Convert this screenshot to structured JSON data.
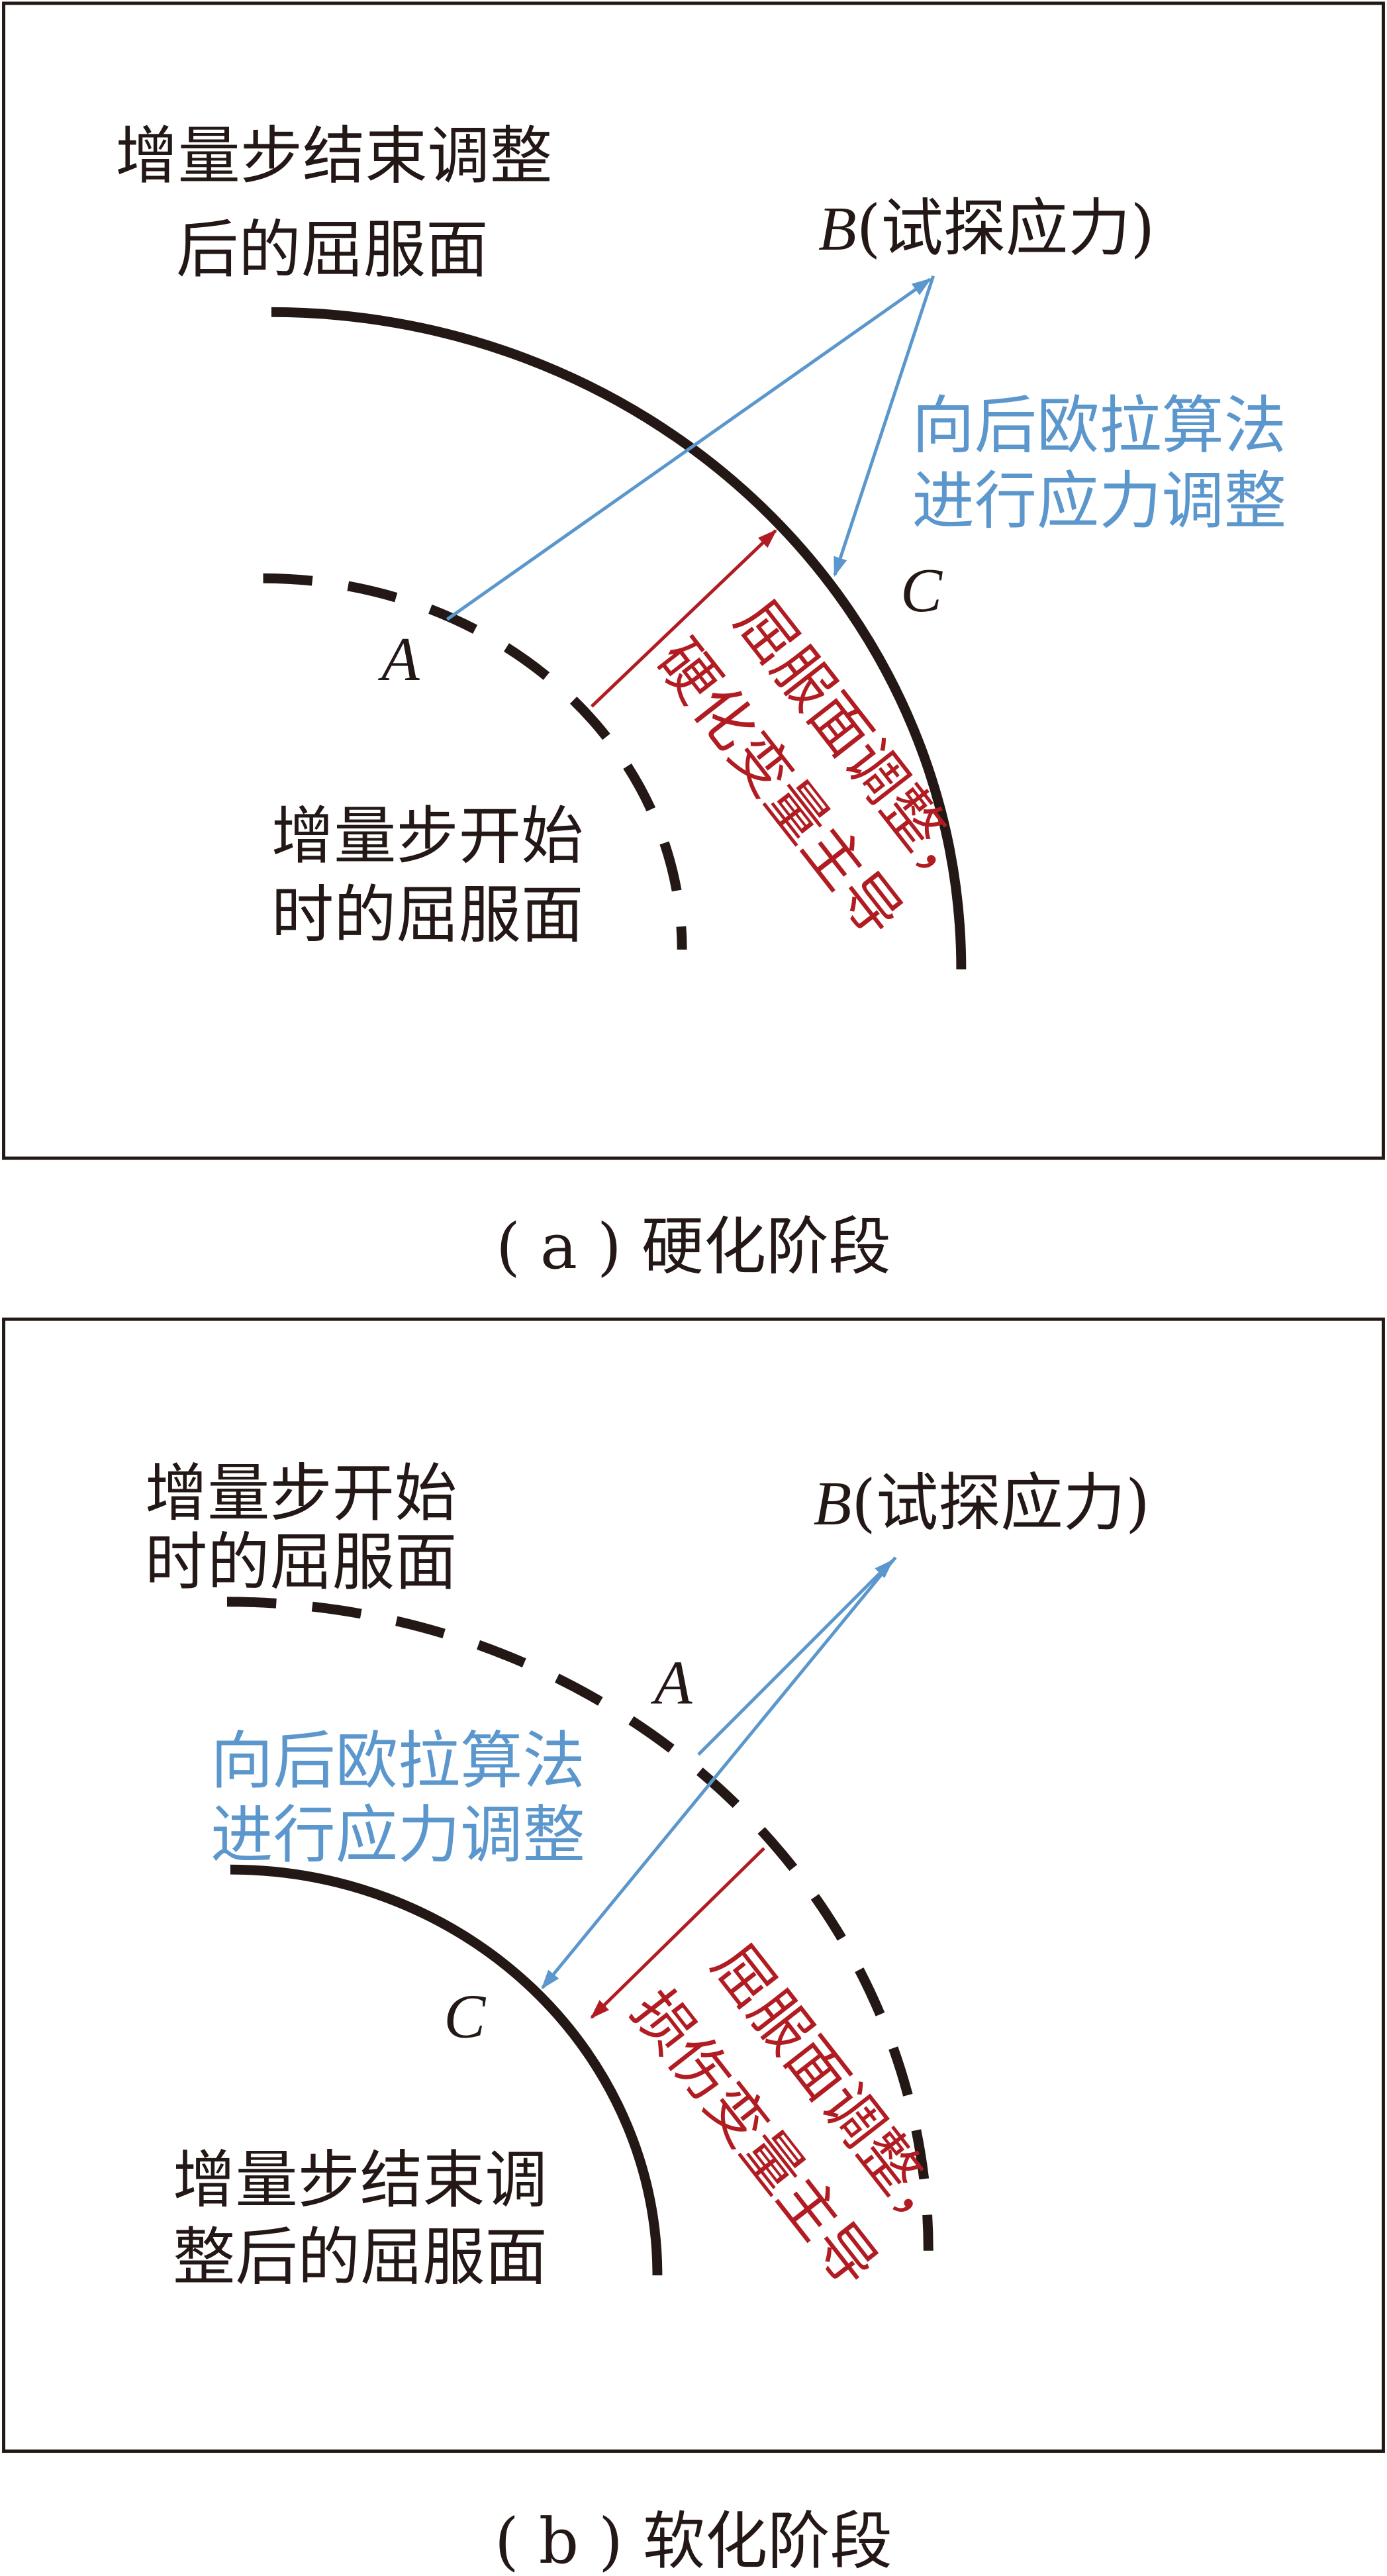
{
  "colors": {
    "black": "#231815",
    "blue": "#5b97cc",
    "red": "#b11c22"
  },
  "panel_a": {
    "caption": "( a ) 硬化阶段",
    "end_surface_label": [
      "增量步结束调整",
      "后的屈服面"
    ],
    "start_surface_label": [
      "增量步开始",
      "时的屈服面"
    ],
    "trial_stress_label_letter": "B",
    "trial_stress_label_text": "(试探应力)",
    "point_a": "A",
    "point_c": "C",
    "blue_note": [
      "向后欧拉算法",
      "进行应力调整"
    ],
    "red_note": [
      "屈服面调整，",
      "硬化变量主导"
    ]
  },
  "panel_b": {
    "caption": "( b ) 软化阶段",
    "start_surface_label": [
      "增量步开始",
      "时的屈服面"
    ],
    "end_surface_label": [
      "增量步结束调",
      "整后的屈服面"
    ],
    "trial_stress_label_letter": "B",
    "trial_stress_label_text": "(试探应力)",
    "point_a": "A",
    "point_c": "C",
    "blue_note": [
      "向后欧拉算法",
      "进行应力调整"
    ],
    "red_note": [
      "屈服面调整，",
      "损伤变量主导"
    ]
  }
}
